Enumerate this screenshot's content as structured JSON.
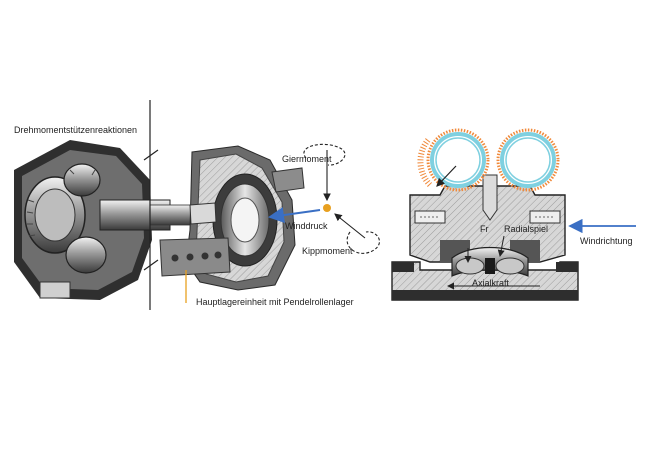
{
  "labels": {
    "torque_reactions": "Drehmomentstützenreaktionen",
    "yaw_moment": "Giermoment",
    "wind_pressure": "Winddruck",
    "tilt_moment": "Kippmoment",
    "main_bearing_unit": "Hauptlagereinheit mit Pendelrollenlager",
    "radial_force": "Fr",
    "radial_play": "Radialspiel",
    "wind_direction": "Windrichtung",
    "axial_force": "Axialkraft"
  },
  "colors": {
    "wind_arrow": "#3a6fc4",
    "orange_marker": "#e8a020",
    "leader_line": "#e8a020",
    "bearing_ring": "#7fd0e0",
    "roller_dots": "#f08a3c",
    "housing_dark": "#2e2e2e",
    "housing_mid": "#8a8a8a",
    "housing_light": "#cfcfcf"
  }
}
